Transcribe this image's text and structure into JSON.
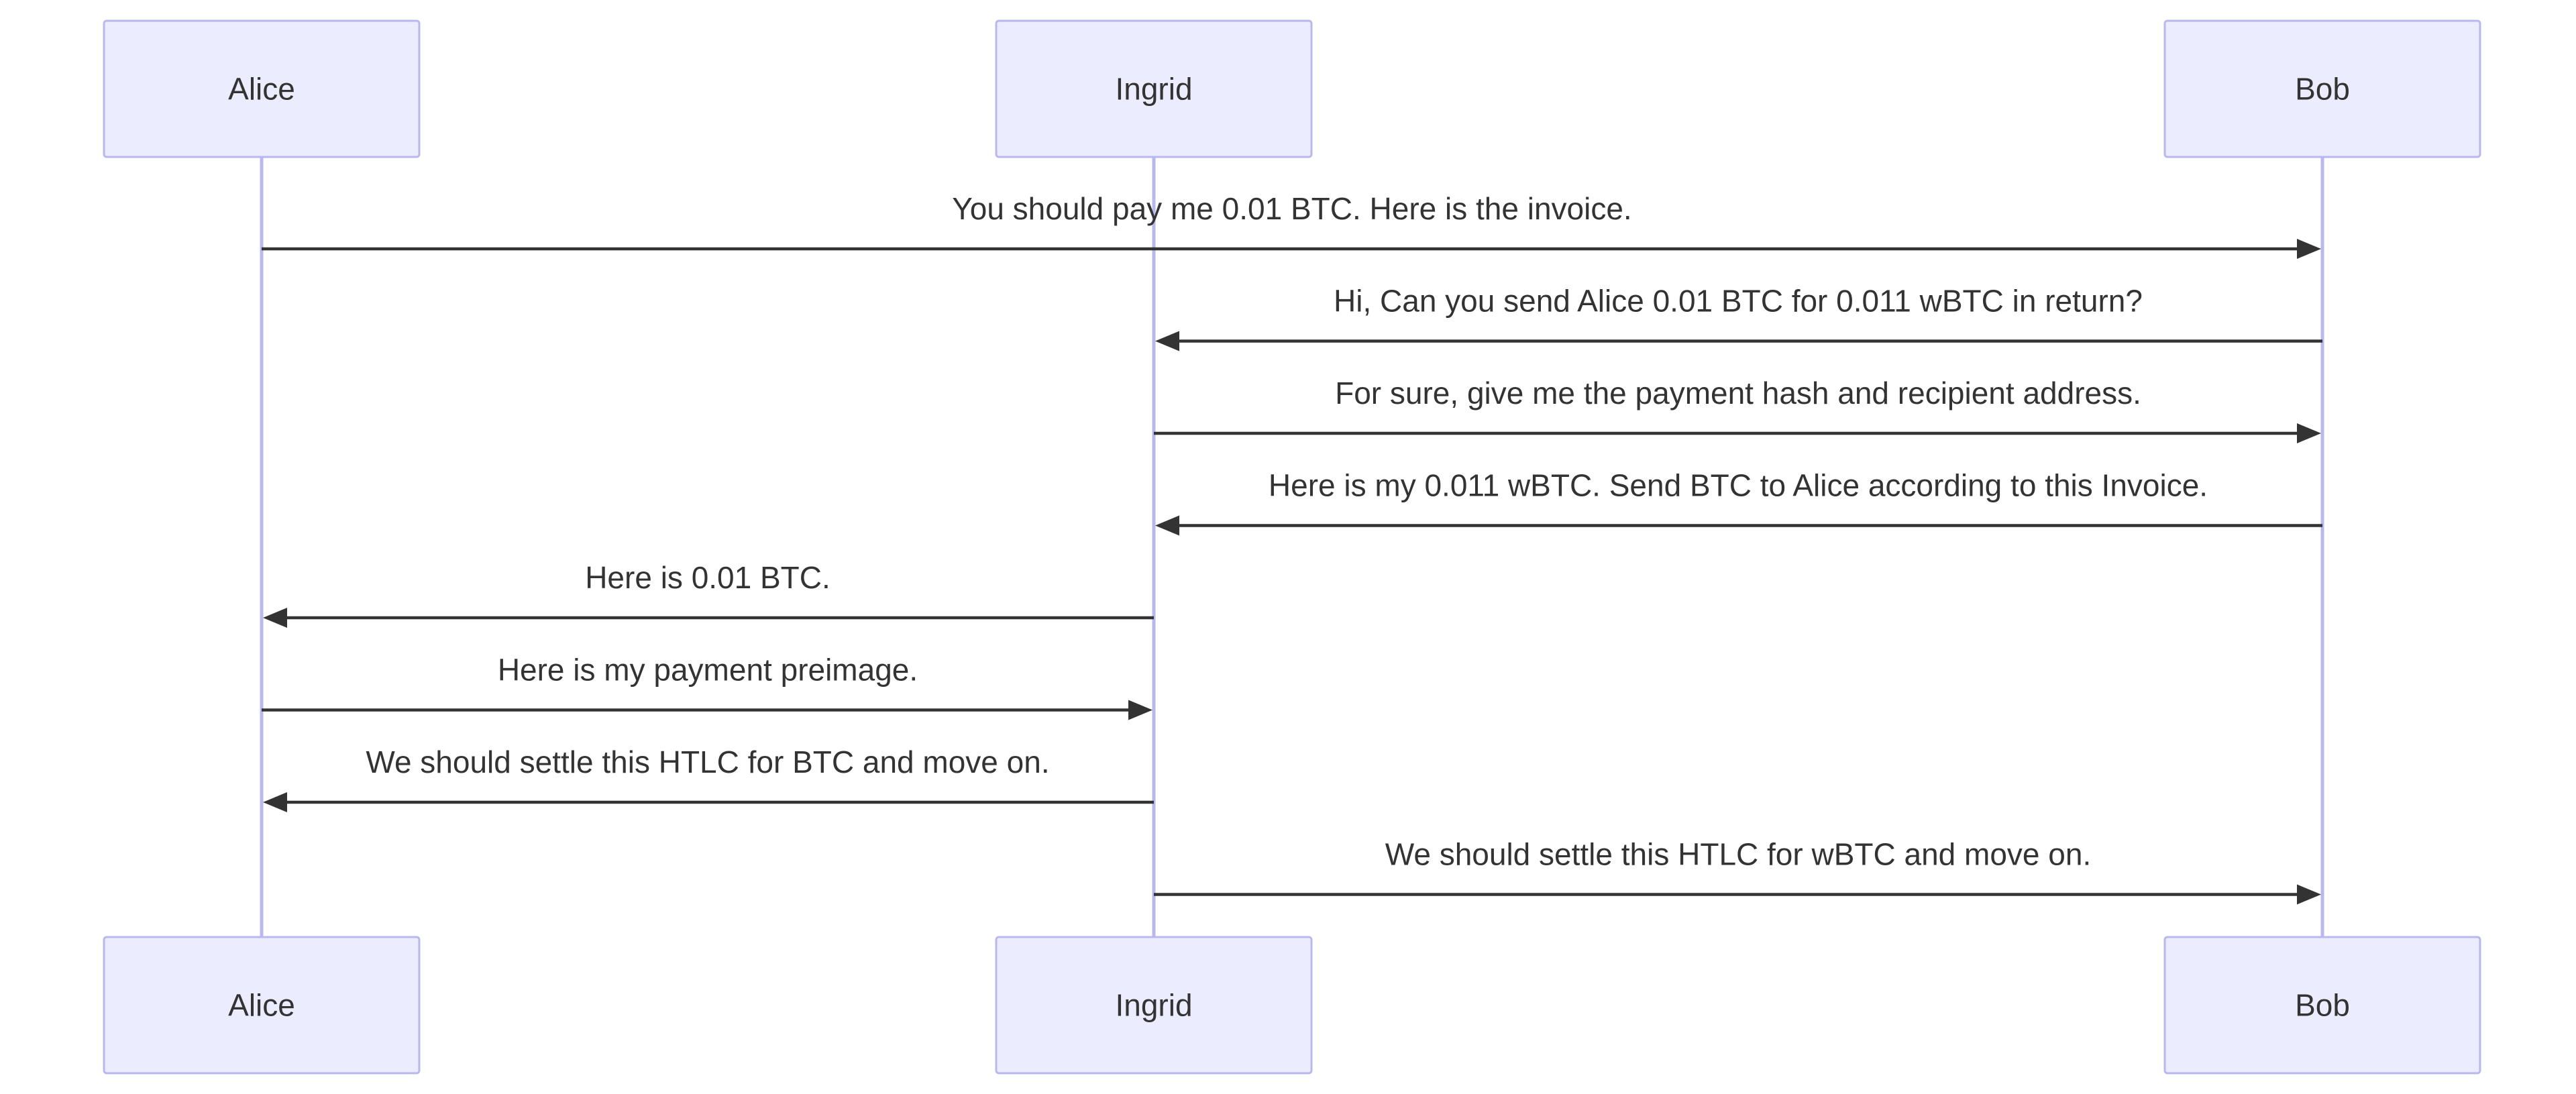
{
  "participants": [
    {
      "id": "alice",
      "label": "Alice"
    },
    {
      "id": "ingrid",
      "label": "Ingrid"
    },
    {
      "id": "bob",
      "label": "Bob"
    }
  ],
  "messages": [
    {
      "from": "alice",
      "to": "bob",
      "text": "You should pay me 0.01 BTC. Here is the invoice."
    },
    {
      "from": "bob",
      "to": "ingrid",
      "text": "Hi, Can you send Alice 0.01 BTC for 0.011 wBTC in return?"
    },
    {
      "from": "ingrid",
      "to": "bob",
      "text": "For sure, give me the payment hash and recipient address."
    },
    {
      "from": "bob",
      "to": "ingrid",
      "text": "Here is my 0.011 wBTC. Send BTC to Alice according to this Invoice."
    },
    {
      "from": "ingrid",
      "to": "alice",
      "text": "Here is 0.01 BTC."
    },
    {
      "from": "alice",
      "to": "ingrid",
      "text": "Here is my payment preimage."
    },
    {
      "from": "ingrid",
      "to": "alice",
      "text": "We should settle this HTLC for BTC and move on."
    },
    {
      "from": "ingrid",
      "to": "bob",
      "text": "We should settle this HTLC for wBTC and move on."
    }
  ],
  "colors": {
    "actor_fill": "#ececff",
    "actor_stroke": "#b8b8ef",
    "line": "#333333",
    "text": "#333333"
  }
}
